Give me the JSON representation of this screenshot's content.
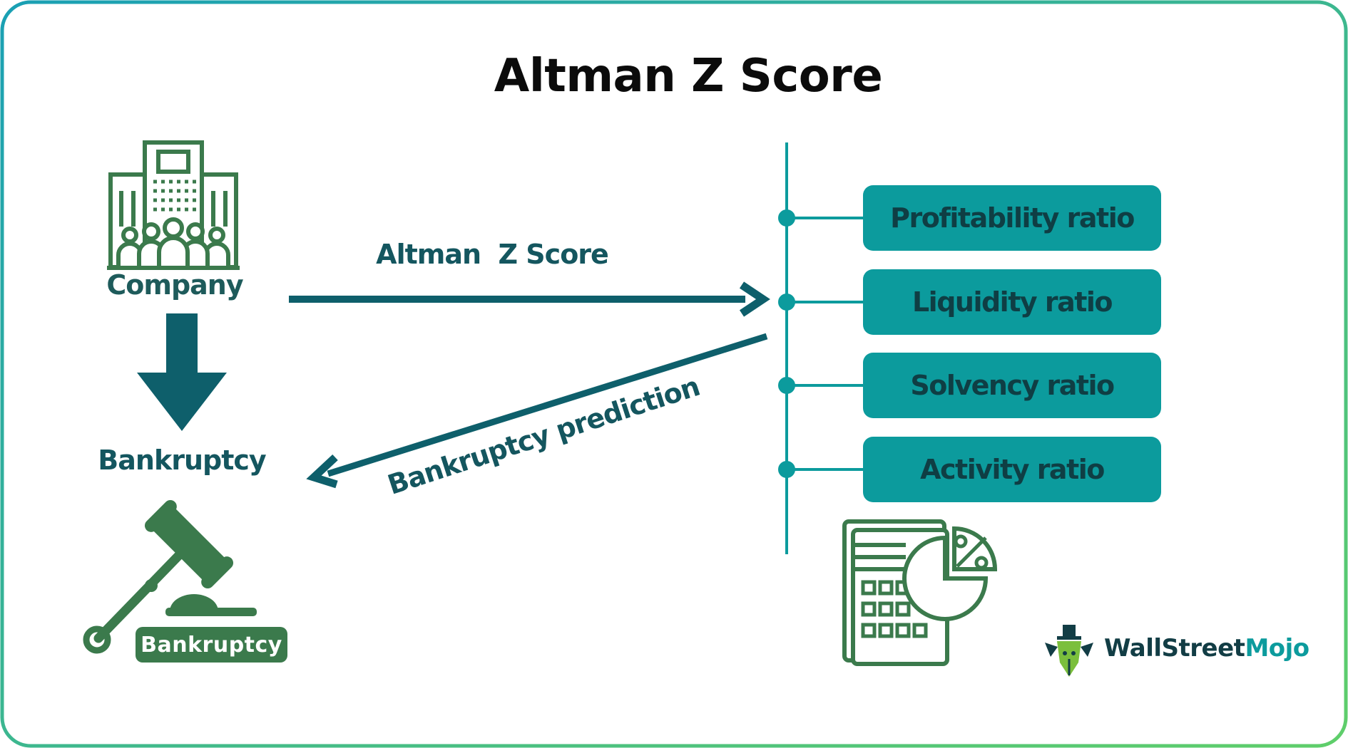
{
  "title": "Altman Z Score",
  "nodes": {
    "company": "Company",
    "bankruptcy": "Bankruptcy"
  },
  "flows": {
    "to_ratios": "Altman  Z Score",
    "prediction": "Bankruptcy prediction"
  },
  "ratios": [
    {
      "label": "Profitability ratio"
    },
    {
      "label": "Liquidity ratio"
    },
    {
      "label": "Solvency ratio"
    },
    {
      "label": "Activity ratio"
    }
  ],
  "gavel_badge": "Bankruptcy",
  "brand": {
    "part1": "WallStreet",
    "part2": "Mojo"
  },
  "icons": [
    "company-building-icon",
    "down-arrow-icon",
    "gavel-icon",
    "financial-calculator-icon",
    "wallstreetmojo-logo-icon"
  ],
  "colors": {
    "teal_box": "#0c9b9d",
    "dark_teal": "#0e5f6b",
    "ratio_text": "#0f3e44",
    "icon_green": "#3b7a4c",
    "frame_start": "#1aa0b4",
    "frame_end": "#5fce6a"
  }
}
